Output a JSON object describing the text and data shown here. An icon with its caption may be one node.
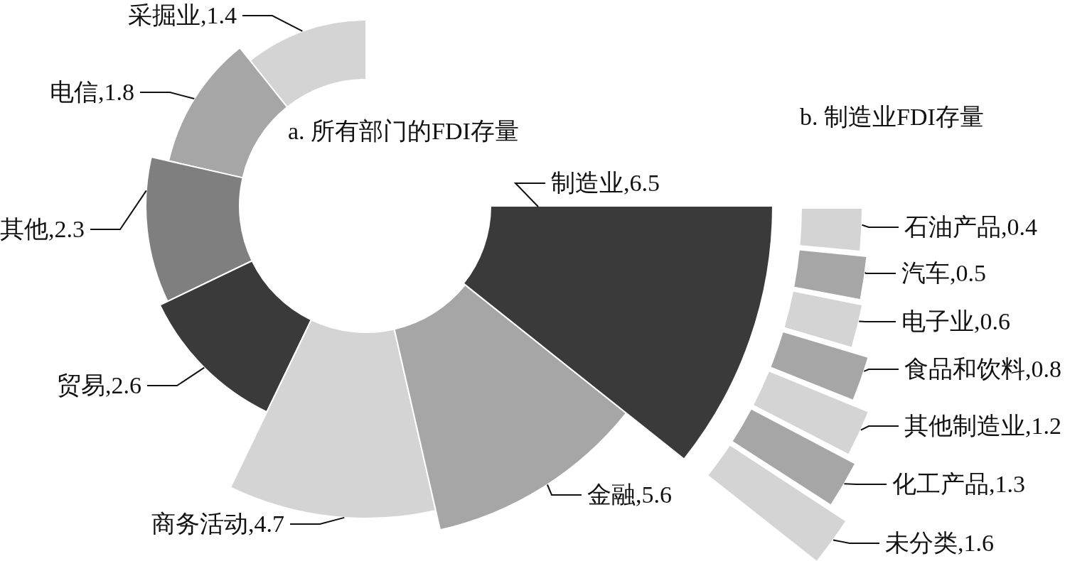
{
  "diagram": {
    "nodes": [
      {
        "text": [],
        "shape": "sector"
      },
      {
        "text": [],
        "shape": "sector"
      },
      {
        "text": [],
        "shape": "sector"
      },
      {
        "text": [],
        "shape": "sector"
      },
      {
        "text": [],
        "shape": "sector"
      },
      {
        "text": [],
        "shape": "sector"
      },
      {
        "text": [],
        "shape": "sector"
      },
      {
        "text": [],
        "shape": "sector"
      },
      {
        "text": [],
        "shape": "sector"
      },
      {
        "text": [],
        "shape": "sector"
      },
      {
        "text": [],
        "shape": "sector"
      },
      {
        "text": [],
        "shape": "sector"
      },
      {
        "text": [],
        "shape": "sector"
      },
      {
        "text": [],
        "shape": "sector"
      },
      {
        "text": [
          "采掘业,1.4"
        ]
      },
      {
        "text": [
          "电信,1.8"
        ]
      },
      {
        "text": [
          "其他,2.3"
        ]
      },
      {
        "text": [
          "贸易,2.6"
        ]
      },
      {
        "text": [
          "商务活动,4.7"
        ]
      },
      {
        "text": [
          "金融,5.6"
        ]
      },
      {
        "text": [
          "制造业,6.5"
        ]
      },
      {
        "text": [
          "石油产品,0.4"
        ]
      },
      {
        "text": [
          "汽车,0.5"
        ]
      },
      {
        "text": [
          "电子业,0.6"
        ]
      },
      {
        "text": [
          "食品和饮料,0.8"
        ]
      },
      {
        "text": [
          "其他制造业,1.2"
        ]
      },
      {
        "text": [
          "化工产品,1.3"
        ]
      },
      {
        "text": [
          "未分类,1.6"
        ]
      }
    ],
    "edges": [
      {
        "from": 14,
        "to": 0,
        "arrow": "none"
      },
      {
        "from": 15,
        "to": 1,
        "arrow": "none"
      },
      {
        "from": 16,
        "to": 2,
        "arrow": "none"
      },
      {
        "from": 17,
        "to": 3,
        "arrow": "none"
      },
      {
        "from": 18,
        "to": 4,
        "arrow": "none"
      },
      {
        "from": 19,
        "to": 5,
        "arrow": "none"
      },
      {
        "from": 20,
        "to": 6,
        "arrow": "none"
      },
      {
        "from": 21,
        "to": 7,
        "arrow": "none"
      },
      {
        "from": 22,
        "to": 8,
        "arrow": "none"
      },
      {
        "from": 23,
        "to": 9,
        "arrow": "none"
      },
      {
        "from": 24,
        "to": 10,
        "arrow": "none"
      },
      {
        "from": 25,
        "to": 11,
        "arrow": "none"
      },
      {
        "from": 26,
        "to": 12,
        "arrow": "none"
      },
      {
        "from": 27,
        "to": 13,
        "arrow": "none"
      }
    ],
    "labels": [
      "a. 所有部门的FDI存量",
      "b. 制造业FDI存量"
    ]
  }
}
